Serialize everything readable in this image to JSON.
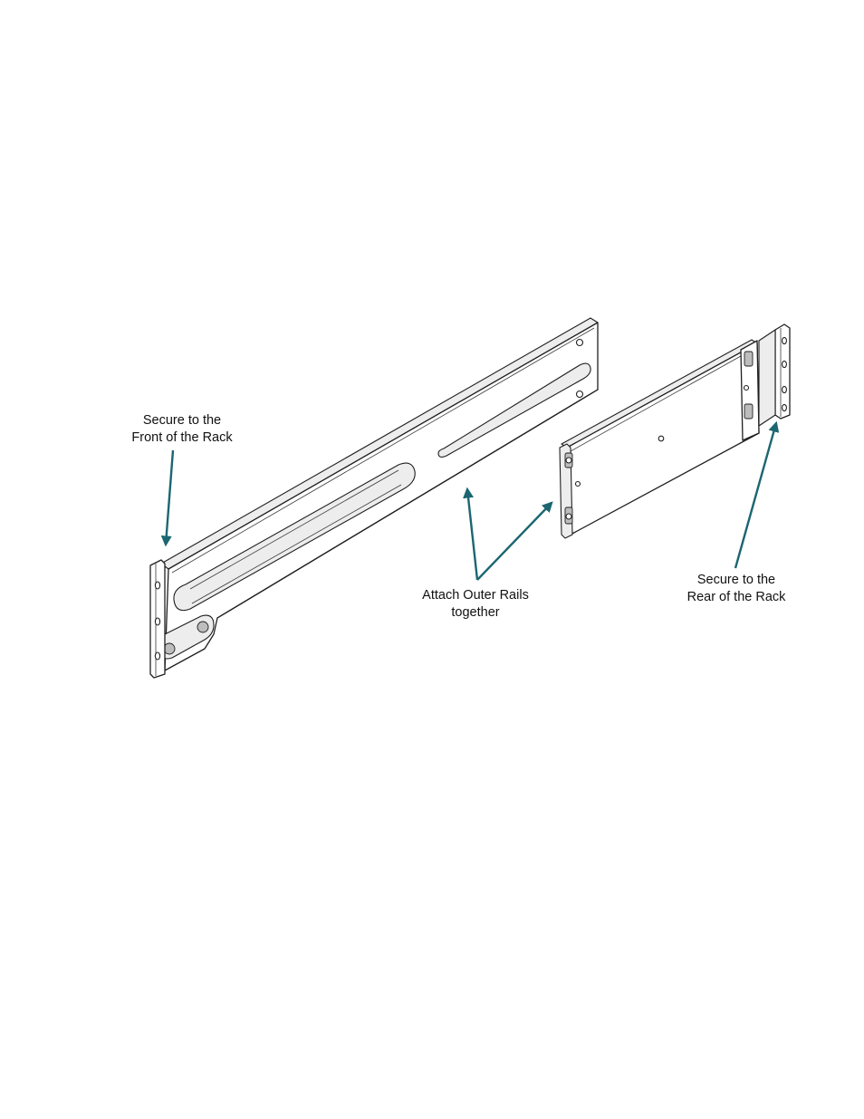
{
  "callouts": {
    "front": {
      "line1": "Secure to the",
      "line2": "Front of the Rack"
    },
    "attach": {
      "line1": "Attach Outer Rails",
      "line2": "together"
    },
    "rear": {
      "line1": "Secure to the",
      "line2": "Rear of the Rack"
    }
  },
  "colors": {
    "arrow": "#1b6671",
    "outline": "#1f1f1f"
  },
  "icons": {
    "callout_arrow": "arrow-icon"
  }
}
